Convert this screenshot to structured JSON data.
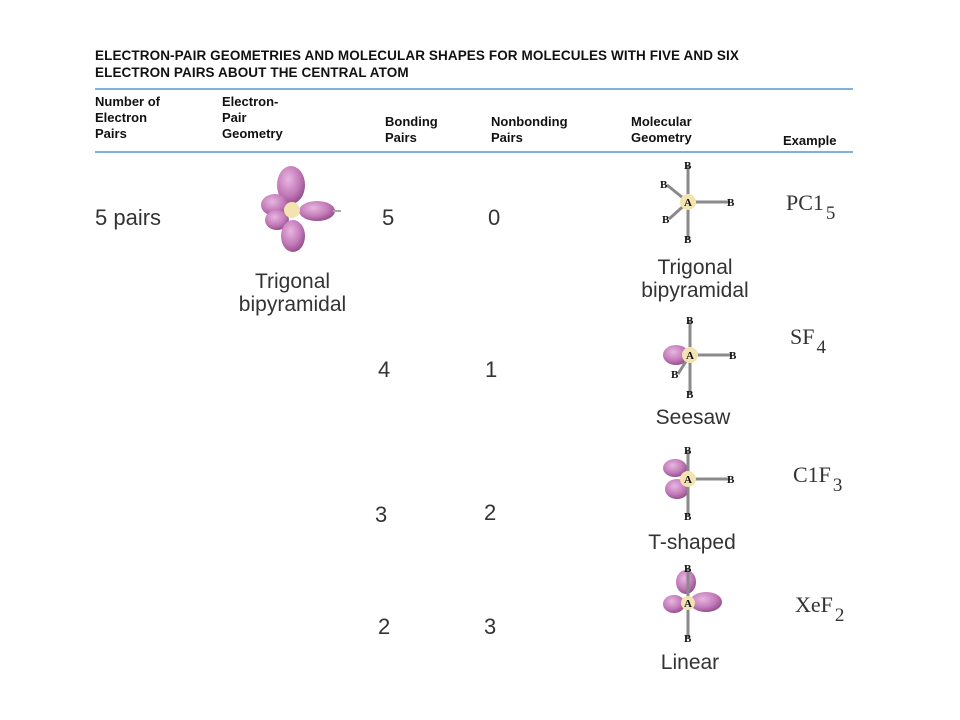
{
  "title_line1": "ELECTRON-PAIR GEOMETRIES AND MOLECULAR SHAPES FOR MOLECULES WITH FIVE AND SIX",
  "title_line2": "ELECTRON PAIRS ABOUT THE CENTRAL ATOM",
  "headers": {
    "num_pairs": [
      "Number of",
      "Electron",
      "Pairs"
    ],
    "pair_geometry": [
      "Electron-",
      "Pair",
      "Geometry"
    ],
    "bonding": [
      "Bonding",
      "Pairs"
    ],
    "nonbonding": [
      "Nonbonding",
      "Pairs"
    ],
    "molecular": [
      "Molecular",
      "Geometry"
    ],
    "example": "Example"
  },
  "group": {
    "electron_pairs": "5 pairs",
    "electron_pair_geometry": [
      "Trigonal",
      "bipyramidal"
    ]
  },
  "atom_labels": {
    "central": "A",
    "bonded": "B"
  },
  "rows": [
    {
      "bonding": "5",
      "nonbonding": "0",
      "shape": [
        "Trigonal",
        "bipyramidal"
      ],
      "formula": "PC1",
      "subscript": "5"
    },
    {
      "bonding": "4",
      "nonbonding": "1",
      "shape": [
        "Seesaw"
      ],
      "formula": "SF",
      "subscript": "4"
    },
    {
      "bonding": "3",
      "nonbonding": "2",
      "shape": [
        "T-shaped"
      ],
      "formula": "C1F",
      "subscript": "3"
    },
    {
      "bonding": "2",
      "nonbonding": "3",
      "shape": [
        "Linear"
      ],
      "formula": "XeF",
      "subscript": "2"
    }
  ],
  "colors": {
    "rule": "#7fb3d9",
    "lobe": "#c27ab8",
    "lobe_dark": "#8e4a86",
    "central": "#f3e3b0",
    "bond": "#8a8a8a"
  }
}
